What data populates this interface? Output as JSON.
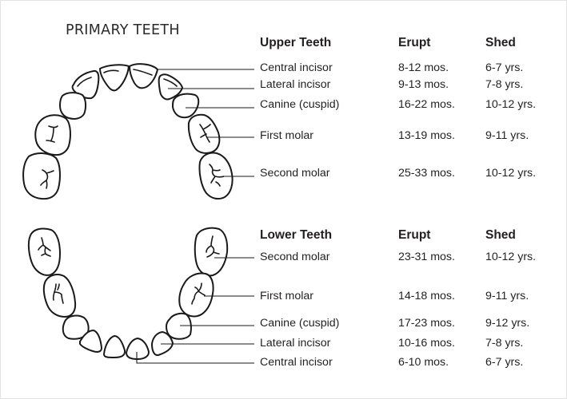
{
  "title": "PRIMARY TEETH",
  "upper": {
    "header": {
      "name": "Upper Teeth",
      "erupt": "Erupt",
      "shed": "Shed"
    },
    "rows": [
      {
        "name": "Central incisor",
        "erupt": "8-12 mos.",
        "shed": "6-7 yrs."
      },
      {
        "name": "Lateral incisor",
        "erupt": "9-13 mos.",
        "shed": "7-8 yrs."
      },
      {
        "name": "Canine (cuspid)",
        "erupt": "16-22 mos.",
        "shed": "10-12 yrs."
      },
      {
        "name": "First molar",
        "erupt": "13-19 mos.",
        "shed": "9-11 yrs."
      },
      {
        "name": "Second molar",
        "erupt": "25-33 mos.",
        "shed": "10-12 yrs."
      }
    ]
  },
  "lower": {
    "header": {
      "name": "Lower Teeth",
      "erupt": "Erupt",
      "shed": "Shed"
    },
    "rows": [
      {
        "name": "Second molar",
        "erupt": "23-31 mos.",
        "shed": "10-12 yrs."
      },
      {
        "name": "First molar",
        "erupt": "14-18 mos.",
        "shed": "9-11 yrs."
      },
      {
        "name": "Canine (cuspid)",
        "erupt": "17-23 mos.",
        "shed": "9-12 yrs."
      },
      {
        "name": "Lateral incisor",
        "erupt": "10-16 mos.",
        "shed": "7-8 yrs."
      },
      {
        "name": "Central incisor",
        "erupt": "6-10 mos.",
        "shed": "6-7 yrs."
      }
    ]
  },
  "colors": {
    "ink": "#231f20",
    "border": "#e3e3e3",
    "background": "#ffffff"
  }
}
